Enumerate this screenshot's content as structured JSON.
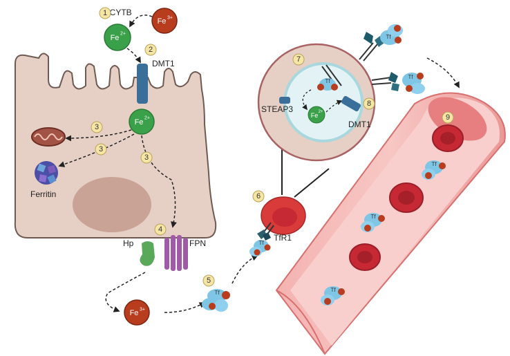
{
  "labels": {
    "dcytb": "DCYTB",
    "dmt1_top": "DMT1",
    "ferritin": "Ferritin",
    "hp": "Hp",
    "fpn": "FPN",
    "steap3": "STEAP3",
    "dmt1_endosome": "DMT1",
    "tfr1": "TfR1",
    "tf": "Tf"
  },
  "ions": {
    "fe2": "Fe",
    "fe2_charge": "2+",
    "fe3": "Fe",
    "fe3_charge": "3+",
    "small": "Fe"
  },
  "steps": [
    "1",
    "2",
    "3",
    "3",
    "3",
    "4",
    "5",
    "6",
    "7",
    "8",
    "9"
  ],
  "colors": {
    "cell": "#e6cfc4",
    "nucleus": "#c9a396",
    "fe2": "#3aa14a",
    "fe3": "#b83c1e",
    "step_badge": "#f6e6a6",
    "vessel": "#ef9a9a",
    "rbc": "#c62834",
    "transferrin": "#7fc5e6",
    "dmt1": "#3a6f9a",
    "fpn": "#a05aa8",
    "hp": "#5aa85a"
  }
}
